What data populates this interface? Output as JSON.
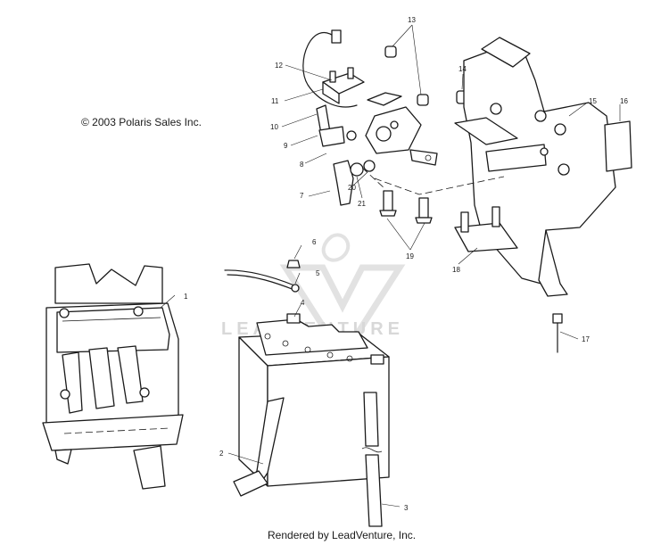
{
  "copyright": "© 2003 Polaris Sales Inc.",
  "footer": "Rendered by LeadVenture, Inc.",
  "watermark": "LEADVENTURE",
  "callouts": [
    "1",
    "2",
    "3",
    "4",
    "5",
    "6",
    "7",
    "8",
    "9",
    "10",
    "11",
    "12",
    "13",
    "14",
    "15",
    "16",
    "17",
    "18",
    "19",
    "20",
    "21"
  ]
}
